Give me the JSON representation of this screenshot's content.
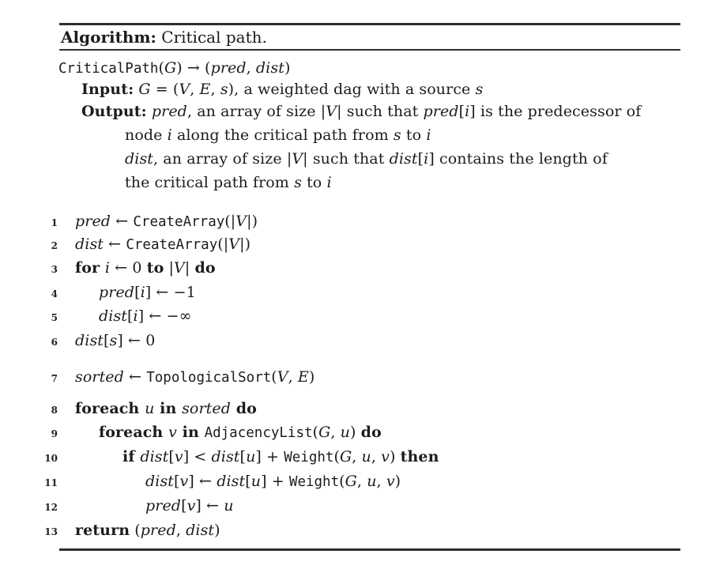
{
  "figure": {
    "type": "algorithm-listing",
    "caption": {
      "label": "Algorithm:",
      "title": " Critical path."
    },
    "colors": {
      "text": "#1c1c1c",
      "rule": "#2e2e2e",
      "background": "#ffffff"
    },
    "header_lines": [
      {
        "kind": "sig",
        "segments": [
          {
            "t": "fn",
            "s": "CriticalPath"
          },
          {
            "t": "txt",
            "s": "("
          },
          {
            "t": "var",
            "s": "G"
          },
          {
            "t": "txt",
            "s": ") → ("
          },
          {
            "t": "var",
            "s": "pred"
          },
          {
            "t": "txt",
            "s": ", "
          },
          {
            "t": "var",
            "s": "dist"
          },
          {
            "t": "txt",
            "s": ")"
          }
        ]
      },
      {
        "kind": "io",
        "segments": [
          {
            "t": "kw",
            "s": "Input:"
          },
          {
            "t": "txt",
            "s": " "
          },
          {
            "t": "var",
            "s": "G"
          },
          {
            "t": "txt",
            "s": " = ("
          },
          {
            "t": "var",
            "s": "V"
          },
          {
            "t": "txt",
            "s": ", "
          },
          {
            "t": "var",
            "s": "E"
          },
          {
            "t": "txt",
            "s": ", "
          },
          {
            "t": "var",
            "s": "s"
          },
          {
            "t": "txt",
            "s": "), a weighted dag with a source "
          },
          {
            "t": "var",
            "s": "s"
          }
        ]
      },
      {
        "kind": "io",
        "segments": [
          {
            "t": "kw",
            "s": "Output:"
          },
          {
            "t": "txt",
            "s": " "
          },
          {
            "t": "var",
            "s": "pred"
          },
          {
            "t": "txt",
            "s": ", an array of size |"
          },
          {
            "t": "var",
            "s": "V"
          },
          {
            "t": "txt",
            "s": "| such that "
          },
          {
            "t": "var",
            "s": "pred"
          },
          {
            "t": "txt",
            "s": "["
          },
          {
            "t": "var",
            "s": "i"
          },
          {
            "t": "txt",
            "s": "] is the predecessor of"
          }
        ]
      },
      {
        "kind": "cont",
        "segments": [
          {
            "t": "txt",
            "s": "node "
          },
          {
            "t": "var",
            "s": "i"
          },
          {
            "t": "txt",
            "s": " along the critical path from "
          },
          {
            "t": "var",
            "s": "s"
          },
          {
            "t": "txt",
            "s": " to "
          },
          {
            "t": "var",
            "s": "i"
          }
        ]
      },
      {
        "kind": "cont",
        "segments": [
          {
            "t": "var",
            "s": "dist"
          },
          {
            "t": "txt",
            "s": ", an array of size |"
          },
          {
            "t": "var",
            "s": "V"
          },
          {
            "t": "txt",
            "s": "| such that "
          },
          {
            "t": "var",
            "s": "dist"
          },
          {
            "t": "txt",
            "s": "["
          },
          {
            "t": "var",
            "s": "i"
          },
          {
            "t": "txt",
            "s": "] contains the length of"
          }
        ]
      },
      {
        "kind": "cont",
        "segments": [
          {
            "t": "txt",
            "s": "the critical path from "
          },
          {
            "t": "var",
            "s": "s"
          },
          {
            "t": "txt",
            "s": " to "
          },
          {
            "t": "var",
            "s": "i"
          }
        ]
      }
    ],
    "code_lines": [
      {
        "no": "1",
        "indent": 0,
        "segments": [
          {
            "t": "var",
            "s": "pred"
          },
          {
            "t": "txt",
            "s": " ← "
          },
          {
            "t": "fn",
            "s": "CreateArray"
          },
          {
            "t": "txt",
            "s": "(|"
          },
          {
            "t": "var",
            "s": "V"
          },
          {
            "t": "txt",
            "s": "|)"
          }
        ]
      },
      {
        "no": "2",
        "indent": 0,
        "segments": [
          {
            "t": "var",
            "s": "dist"
          },
          {
            "t": "txt",
            "s": " ← "
          },
          {
            "t": "fn",
            "s": "CreateArray"
          },
          {
            "t": "txt",
            "s": "(|"
          },
          {
            "t": "var",
            "s": "V"
          },
          {
            "t": "txt",
            "s": "|)"
          }
        ]
      },
      {
        "no": "3",
        "indent": 0,
        "segments": [
          {
            "t": "kw",
            "s": "for "
          },
          {
            "t": "var",
            "s": "i"
          },
          {
            "t": "txt",
            "s": " ← 0 "
          },
          {
            "t": "kw",
            "s": "to"
          },
          {
            "t": "txt",
            "s": " |"
          },
          {
            "t": "var",
            "s": "V"
          },
          {
            "t": "txt",
            "s": "| "
          },
          {
            "t": "kw",
            "s": "do"
          }
        ]
      },
      {
        "no": "4",
        "indent": 1,
        "segments": [
          {
            "t": "var",
            "s": "pred"
          },
          {
            "t": "txt",
            "s": "["
          },
          {
            "t": "var",
            "s": "i"
          },
          {
            "t": "txt",
            "s": "] ← −1"
          }
        ]
      },
      {
        "no": "5",
        "indent": 1,
        "segments": [
          {
            "t": "var",
            "s": "dist"
          },
          {
            "t": "txt",
            "s": "["
          },
          {
            "t": "var",
            "s": "i"
          },
          {
            "t": "txt",
            "s": "] ← −∞"
          }
        ]
      },
      {
        "no": "6",
        "indent": 0,
        "segments": [
          {
            "t": "var",
            "s": "dist"
          },
          {
            "t": "txt",
            "s": "["
          },
          {
            "t": "var",
            "s": "s"
          },
          {
            "t": "txt",
            "s": "] ← 0"
          }
        ]
      },
      {
        "no": "7",
        "indent": 0,
        "segments": [
          {
            "t": "var",
            "s": "sorted"
          },
          {
            "t": "txt",
            "s": " ← "
          },
          {
            "t": "fn",
            "s": "TopologicalSort"
          },
          {
            "t": "txt",
            "s": "("
          },
          {
            "t": "var",
            "s": "V"
          },
          {
            "t": "txt",
            "s": ", "
          },
          {
            "t": "var",
            "s": "E"
          },
          {
            "t": "txt",
            "s": ")"
          }
        ]
      },
      {
        "no": "8",
        "indent": 0,
        "segments": [
          {
            "t": "kw",
            "s": "foreach "
          },
          {
            "t": "var",
            "s": "u"
          },
          {
            "t": "kw",
            "s": " in "
          },
          {
            "t": "var",
            "s": "sorted"
          },
          {
            "t": "kw",
            "s": " do"
          }
        ]
      },
      {
        "no": "9",
        "indent": 1,
        "segments": [
          {
            "t": "kw",
            "s": "foreach "
          },
          {
            "t": "var",
            "s": "v"
          },
          {
            "t": "kw",
            "s": " in "
          },
          {
            "t": "fn",
            "s": "AdjacencyList"
          },
          {
            "t": "txt",
            "s": "("
          },
          {
            "t": "var",
            "s": "G"
          },
          {
            "t": "txt",
            "s": ", "
          },
          {
            "t": "var",
            "s": "u"
          },
          {
            "t": "txt",
            "s": ") "
          },
          {
            "t": "kw",
            "s": "do"
          }
        ]
      },
      {
        "no": "10",
        "indent": 2,
        "segments": [
          {
            "t": "kw",
            "s": "if "
          },
          {
            "t": "var",
            "s": "dist"
          },
          {
            "t": "txt",
            "s": "["
          },
          {
            "t": "var",
            "s": "v"
          },
          {
            "t": "txt",
            "s": "] < "
          },
          {
            "t": "var",
            "s": "dist"
          },
          {
            "t": "txt",
            "s": "["
          },
          {
            "t": "var",
            "s": "u"
          },
          {
            "t": "txt",
            "s": "] + "
          },
          {
            "t": "fn",
            "s": "Weight"
          },
          {
            "t": "txt",
            "s": "("
          },
          {
            "t": "var",
            "s": "G"
          },
          {
            "t": "txt",
            "s": ", "
          },
          {
            "t": "var",
            "s": "u"
          },
          {
            "t": "txt",
            "s": ", "
          },
          {
            "t": "var",
            "s": "v"
          },
          {
            "t": "txt",
            "s": ") "
          },
          {
            "t": "kw",
            "s": "then"
          }
        ]
      },
      {
        "no": "11",
        "indent": 3,
        "segments": [
          {
            "t": "var",
            "s": "dist"
          },
          {
            "t": "txt",
            "s": "["
          },
          {
            "t": "var",
            "s": "v"
          },
          {
            "t": "txt",
            "s": "] ← "
          },
          {
            "t": "var",
            "s": "dist"
          },
          {
            "t": "txt",
            "s": "["
          },
          {
            "t": "var",
            "s": "u"
          },
          {
            "t": "txt",
            "s": "] + "
          },
          {
            "t": "fn",
            "s": "Weight"
          },
          {
            "t": "txt",
            "s": "("
          },
          {
            "t": "var",
            "s": "G"
          },
          {
            "t": "txt",
            "s": ", "
          },
          {
            "t": "var",
            "s": "u"
          },
          {
            "t": "txt",
            "s": ", "
          },
          {
            "t": "var",
            "s": "v"
          },
          {
            "t": "txt",
            "s": ")"
          }
        ]
      },
      {
        "no": "12",
        "indent": 3,
        "segments": [
          {
            "t": "var",
            "s": "pred"
          },
          {
            "t": "txt",
            "s": "["
          },
          {
            "t": "var",
            "s": "v"
          },
          {
            "t": "txt",
            "s": "] ← "
          },
          {
            "t": "var",
            "s": "u"
          }
        ]
      },
      {
        "no": "13",
        "indent": 0,
        "segments": [
          {
            "t": "kw",
            "s": "return"
          },
          {
            "t": "txt",
            "s": " ("
          },
          {
            "t": "var",
            "s": "pred"
          },
          {
            "t": "txt",
            "s": ", "
          },
          {
            "t": "var",
            "s": "dist"
          },
          {
            "t": "txt",
            "s": ")"
          }
        ]
      }
    ]
  }
}
